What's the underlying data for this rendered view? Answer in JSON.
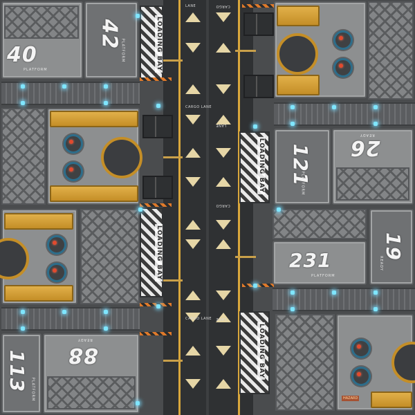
{
  "board": {
    "platforms": [
      {
        "id": "p40",
        "number": "40",
        "caption": "PLATFORM"
      },
      {
        "id": "p42",
        "number": "42",
        "caption": "PLATFORM"
      },
      {
        "id": "p121",
        "number": "121",
        "caption": "PLATFORM"
      },
      {
        "id": "p26",
        "number": "26",
        "caption": "READY"
      },
      {
        "id": "p231",
        "number": "231",
        "caption": "PLATFORM"
      },
      {
        "id": "p19",
        "number": "19",
        "caption": "READY"
      },
      {
        "id": "p88",
        "number": "88",
        "caption": "READY"
      },
      {
        "id": "p113",
        "number": "113",
        "caption": "PLATFORM"
      }
    ],
    "bays": [
      {
        "id": "bay1",
        "text": "LOADING BAY"
      },
      {
        "id": "bay2",
        "text": "LOADING BAY"
      },
      {
        "id": "bay3",
        "text": "LOADING BAY"
      },
      {
        "id": "bay4",
        "text": "LOADING BAY"
      }
    ],
    "lane_labels": {
      "lane": "LANE",
      "cargo_lane": "CARGO LANE",
      "cargo": "CARGO"
    },
    "signs": {
      "hazard_sign": "HAZARD"
    },
    "colors": {
      "accent_yellow": "#d9a73c",
      "light_cyan": "#7fe6ff",
      "button_red": "#e24a2e",
      "panel_grey": "#8d8f90"
    }
  }
}
